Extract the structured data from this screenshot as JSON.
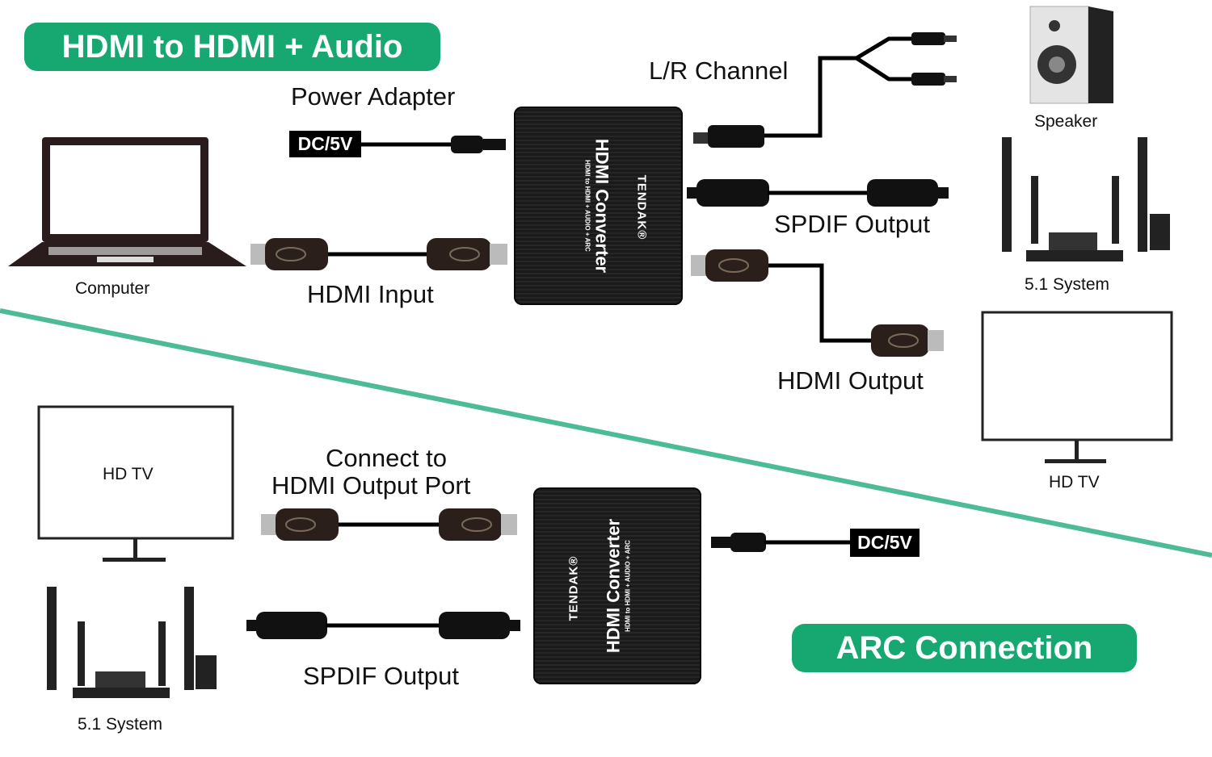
{
  "colors": {
    "accent": "#16a870",
    "divider": "#4dbb97",
    "device": "#1c1c1c"
  },
  "top": {
    "title": "HDMI to HDMI + Audio",
    "power_adapter": "Power Adapter",
    "dc_label": "DC/5V",
    "computer": "Computer",
    "hdmi_input": "HDMI Input",
    "lr_channel": "L/R Channel",
    "speaker": "Speaker",
    "system": "5.1 System",
    "spdif_output": "SPDIF Output",
    "hdmi_output": "HDMI Output",
    "hdtv": "HD TV"
  },
  "device": {
    "model": "HDMI Converter",
    "subtitle": "HDMI to HDMI + AUDIO + ARC",
    "brand": "TENDAK®"
  },
  "bottom": {
    "hdtv": "HD TV",
    "system": "5.1 System",
    "connect_line1": "Connect to",
    "connect_line2": "HDMI Output Port",
    "spdif_output": "SPDIF Output",
    "dc_label": "DC/5V",
    "title": "ARC Connection"
  }
}
